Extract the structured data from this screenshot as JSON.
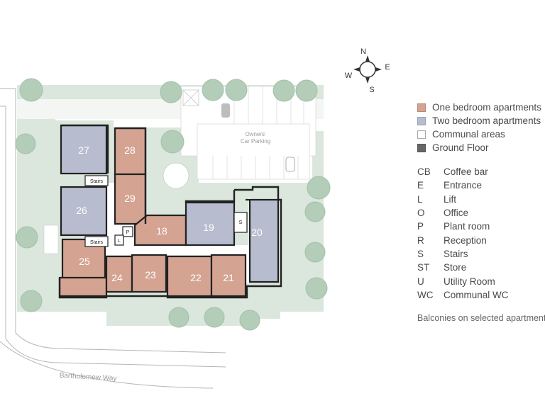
{
  "legend": {
    "colors": [
      {
        "label": "One bedroom apartments",
        "color": "#d4a392"
      },
      {
        "label": "Two bedroom apartments",
        "color": "#b7bdcf"
      },
      {
        "label": "Communal areas",
        "color": "#ffffff"
      },
      {
        "label": "Ground Floor",
        "color": "#666666"
      }
    ],
    "abbreviations": [
      {
        "code": "CB",
        "meaning": "Coffee bar"
      },
      {
        "code": "E",
        "meaning": "Entrance"
      },
      {
        "code": "L",
        "meaning": "Lift"
      },
      {
        "code": "O",
        "meaning": "Office"
      },
      {
        "code": "P",
        "meaning": "Plant room"
      },
      {
        "code": "R",
        "meaning": "Reception"
      },
      {
        "code": "S",
        "meaning": "Stairs"
      },
      {
        "code": "ST",
        "meaning": "Store"
      },
      {
        "code": "U",
        "meaning": "Utility Room"
      },
      {
        "code": "WC",
        "meaning": "Communal WC"
      }
    ],
    "balconies_note": "Balconies on selected apartments"
  },
  "compass": {
    "n": "N",
    "e": "E",
    "s": "S",
    "w": "W"
  },
  "plan": {
    "parking_label_1": "Owners'",
    "parking_label_2": "Car Parking",
    "street_name": "Bartholomew Way",
    "stairs_label": "Stairs",
    "lift_label": "L",
    "plant_label": "P",
    "stairs_abbr": "S",
    "units": {
      "u18": "18",
      "u19": "19",
      "u20": "20",
      "u21": "21",
      "u22": "22",
      "u23": "23",
      "u24": "24",
      "u25": "25",
      "u26": "26",
      "u27": "27",
      "u28": "28",
      "u29": "29"
    }
  },
  "colors": {
    "one_bed": "#d4a392",
    "two_bed": "#b7bdcf",
    "grounds": "#dbe7dd",
    "trees": "#b3cdb8",
    "wall": "#222222"
  }
}
